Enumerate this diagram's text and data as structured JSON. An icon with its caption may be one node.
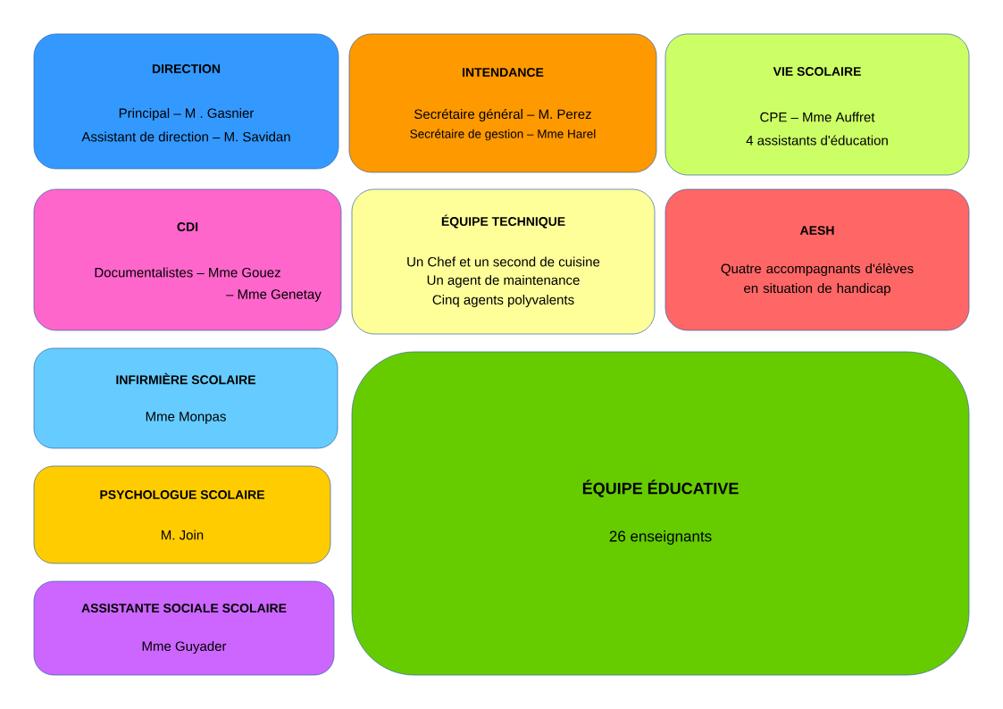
{
  "diagram": {
    "nodes": [
      {
        "text": [
          "DIRECTION",
          "Principal – M . Gasnier",
          "Assistant de direction – M. Savidan"
        ]
      },
      {
        "text": [
          "INTENDANCE",
          "Secrétaire général – M. Perez",
          "Secrétaire de gestion – Mme Harel"
        ]
      },
      {
        "text": [
          "VIE SCOLAIRE",
          "CPE – Mme Auffret",
          "4 assistants d'éducation"
        ]
      },
      {
        "text": [
          "CDI",
          "Documentalistes – Mme Gouez",
          "– Mme Genetay"
        ]
      },
      {
        "text": [
          "ÉQUIPE TECHNIQUE",
          "Un Chef et un second de cuisine",
          "Un agent de maintenance",
          "Cinq agents polyvalents"
        ]
      },
      {
        "text": [
          "AESH",
          "Quatre accompagnants d'élèves en situation de handicap"
        ]
      },
      {
        "text": [
          "INFIRMIÈRE SCOLAIRE",
          "Mme Monpas"
        ]
      },
      {
        "text": [
          "PSYCHOLOGUE SCOLAIRE",
          "M. Join"
        ]
      },
      {
        "text": [
          "ASSISTANTE SOCIALE SCOLAIRE",
          "Mme Guyader"
        ]
      },
      {
        "text": [
          "ÉQUIPE ÉDUCATIVE",
          "26 enseignants"
        ]
      }
    ]
  }
}
